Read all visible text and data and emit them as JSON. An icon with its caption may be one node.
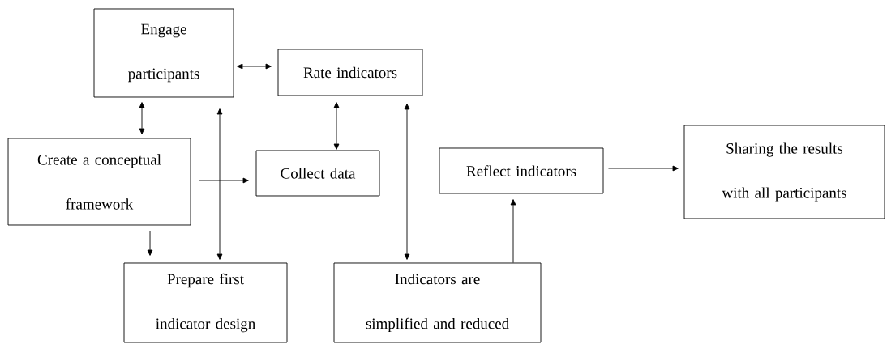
{
  "diagram": {
    "nodes": [
      {
        "text": [
          "Engage participants"
        ]
      },
      {
        "text": [
          "Rate indicators"
        ]
      },
      {
        "text": [
          "Create a conceptual framework"
        ]
      },
      {
        "text": [
          "Collect data"
        ]
      },
      {
        "text": [
          "Prepare first indicator design"
        ]
      },
      {
        "text": [
          "Reflect indicators"
        ]
      },
      {
        "text": [
          "Sharing the results with all participants"
        ]
      },
      {
        "text": [
          "Indicators are simplified and reduced"
        ]
      }
    ],
    "edges": [
      {
        "from": 0,
        "to": 1,
        "arrow": "both"
      },
      {
        "from": 0,
        "to": 2,
        "arrow": "both"
      },
      {
        "from": 0,
        "to": 4,
        "arrow": "both"
      },
      {
        "from": 1,
        "to": 3,
        "arrow": "both"
      },
      {
        "from": 1,
        "to": 7,
        "arrow": "both"
      },
      {
        "from": 2,
        "to": 3,
        "arrow": "to"
      },
      {
        "from": 2,
        "to": 4,
        "arrow": "to"
      },
      {
        "from": 7,
        "to": 5,
        "arrow": "to"
      },
      {
        "from": 5,
        "to": 6,
        "arrow": "to"
      }
    ]
  }
}
